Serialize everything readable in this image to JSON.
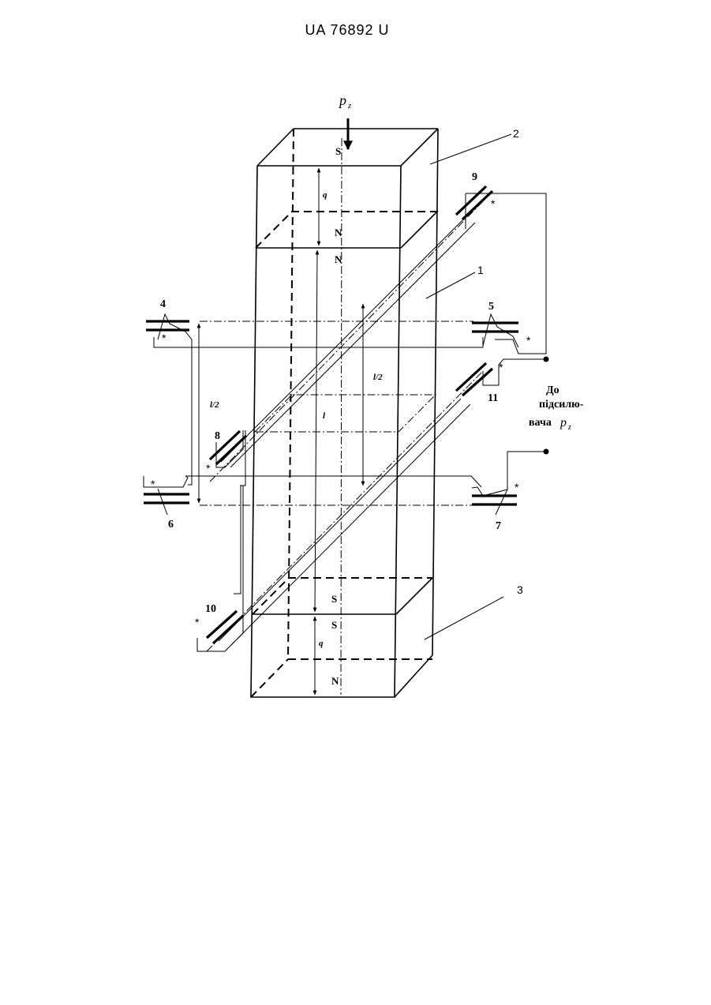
{
  "header": {
    "doc_number": "UA   76892   U"
  },
  "force": {
    "symbol": "p",
    "subscript": "z"
  },
  "callouts": {
    "label_1": "1",
    "label_2": "2",
    "label_3": "3"
  },
  "sensors": {
    "s4": "4",
    "s5": "5",
    "s6": "6",
    "s7": "7",
    "s8": "8",
    "s9": "9",
    "s10": "10",
    "s11": "11"
  },
  "poles": {
    "top_s": "S",
    "upper_n1": "N",
    "upper_n2": "N",
    "lower_s1": "S",
    "lower_s2": "S",
    "bottom_n": "N"
  },
  "dimensions": {
    "q_top": "q",
    "q_bottom": "q",
    "length": "l",
    "half_left": "l/2",
    "half_right": "l/2"
  },
  "polarity_mark": "*",
  "output": {
    "line1": "До",
    "line2": "підсилю-",
    "line3": "вача",
    "symbol": "p",
    "subscript": "z"
  }
}
